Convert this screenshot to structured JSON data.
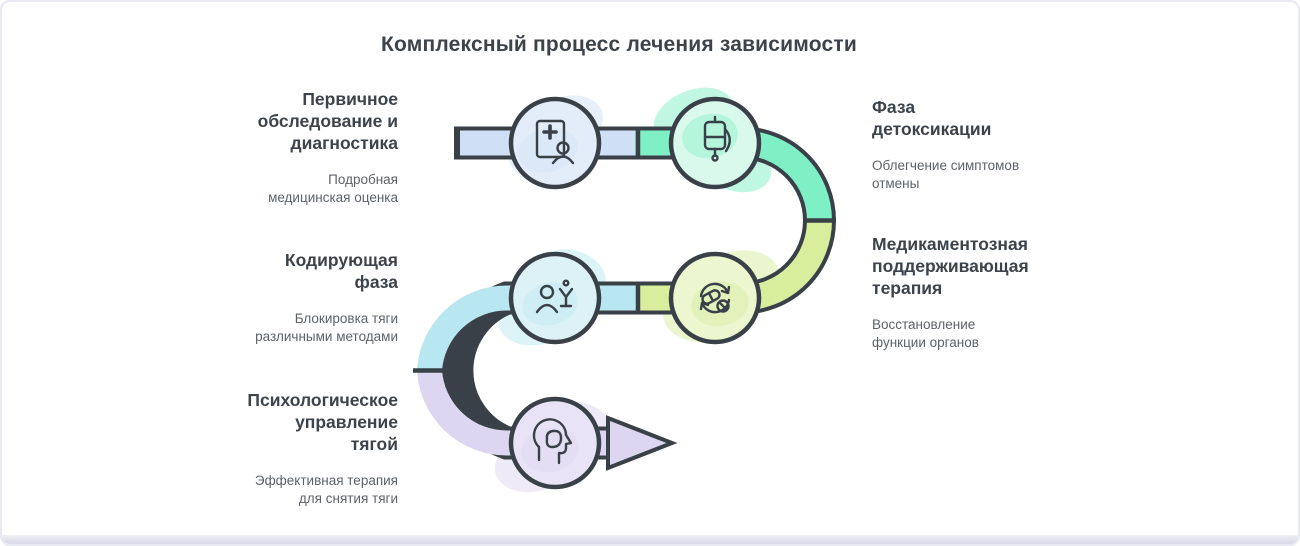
{
  "title": "Комплексный процесс лечения зависимости",
  "colors": {
    "ink": "#3a4048",
    "heading": "#3d434b",
    "subtext": "#5d6269",
    "frame": "#e9e9f3",
    "seg1": "#cfe0f6",
    "seg2": "#7ff0c6",
    "seg3": "#d7ee9d",
    "seg4": "#b9e7f1",
    "seg5": "#ddd6f1",
    "fill1": "#e3edfa",
    "fill2": "#d9f9ec",
    "fill3": "#ecf6cf",
    "fill4": "#dcf2f7",
    "fill5": "#e9e3f7"
  },
  "steps": [
    {
      "heading": "Первичное\nобследование и\nдиагностика",
      "description": "Подробная\nмедицинская оценка",
      "icon": "medical-assessment-icon",
      "side": "left"
    },
    {
      "heading": "Фаза\nдетоксикации",
      "description": "Облегчение симптомов\nотмены",
      "icon": "iv-drip-icon",
      "side": "right"
    },
    {
      "heading": "Медикаментозная\nподдерживающая\nтерапия",
      "description": "Восстановление\nфункции органов",
      "icon": "medication-cycle-icon",
      "side": "right"
    },
    {
      "heading": "Кодирующая\nфаза",
      "description": "Блокировка тяги\nразличными методами",
      "icon": "person-glass-icon",
      "side": "left"
    },
    {
      "heading": "Психологическое\nуправление\nтягой",
      "description": "Эффективная терапия\nдля снятия тяги",
      "icon": "psychology-head-icon",
      "side": "left"
    }
  ]
}
